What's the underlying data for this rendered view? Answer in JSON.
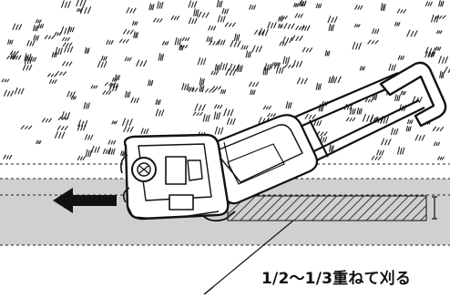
{
  "figure": {
    "caption": "1/2〜1/3重ねて刈る",
    "icons": [
      "grass-area",
      "mowed-strip",
      "overlap-hatch",
      "lawn-mower",
      "direction-arrow",
      "height-marker"
    ],
    "colors": {
      "mowed_strip": "#d0d0d0",
      "lines": "#111111",
      "background": "#ffffff"
    }
  }
}
